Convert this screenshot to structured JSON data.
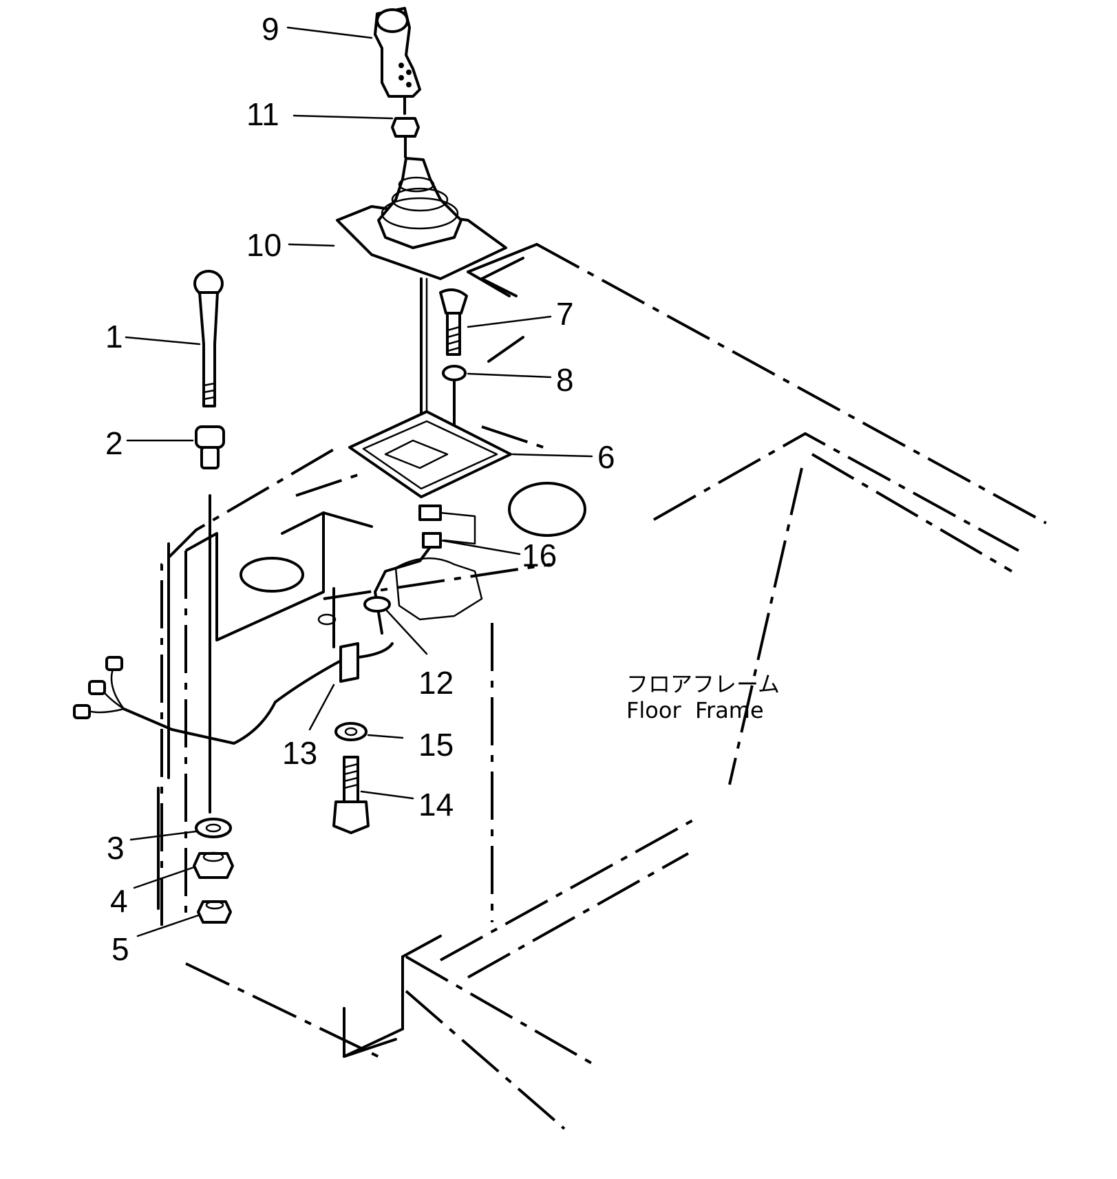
{
  "callouts": {
    "c1": "1",
    "c2": "2",
    "c3": "3",
    "c4": "4",
    "c5": "5",
    "c6": "6",
    "c7": "7",
    "c8": "8",
    "c9": "9",
    "c10": "10",
    "c11": "11",
    "c12": "12",
    "c13": "13",
    "c14": "14",
    "c15": "15",
    "c16": "16"
  },
  "frame_label": {
    "japanese": "フロアフレーム",
    "english": "Floor  Frame"
  }
}
